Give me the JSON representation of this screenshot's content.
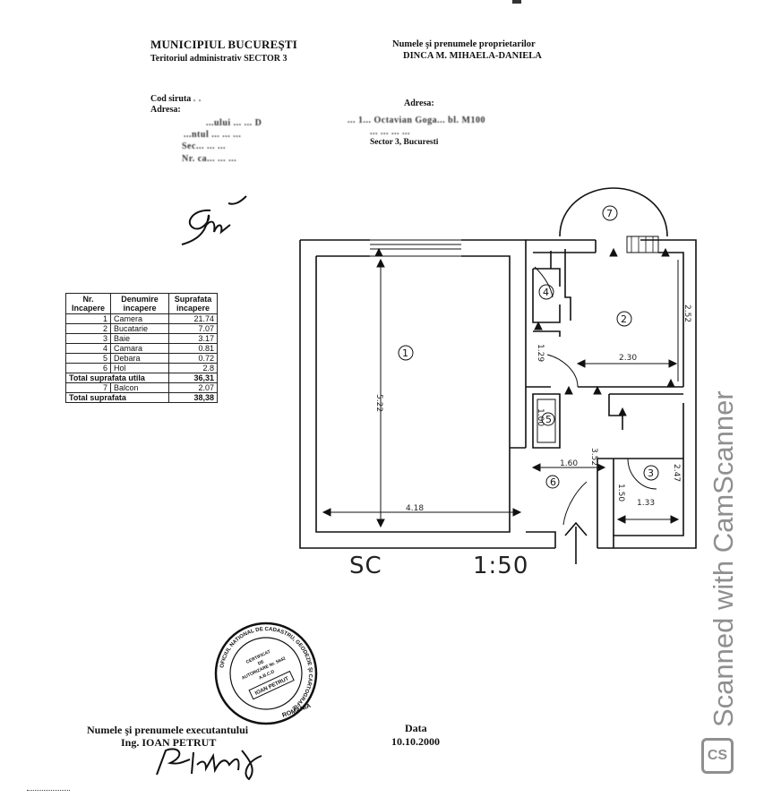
{
  "header": {
    "municipality": "MUNICIPIUL BUCUREŞTI",
    "sector": "Teritoriul administrativ SECTOR 3",
    "owners_label": "Numele şi prenumele proprietarilor",
    "owners_name": "DINCA M. MIHAELA-DANIELA"
  },
  "left_info": {
    "cod_label": "Cod siruta",
    "cod_value": ". .",
    "adresa_label": "Adresa:",
    "blurred_line_1": "...ului  ...  ...  D",
    "blurred_line_2": "...ntul  ... ...  ...",
    "blurred_line_3": "Sec... ...  ...",
    "blurred_line_4": "Nr. ca...  ...  ..."
  },
  "right_info": {
    "adresa_label": "Adresa:",
    "line_1": "... 1... Octavian Goga... bl. M100",
    "line_2": "... ... ... ...",
    "line_3": "Sector 3, Bucuresti"
  },
  "rooms_table": {
    "headers": [
      "Nr. Incapere",
      "Denumire incapere",
      "Suprafata incapere"
    ],
    "rows": [
      {
        "nr": "1",
        "name": "Camera",
        "area": "21.74"
      },
      {
        "nr": "2",
        "name": "Bucatarie",
        "area": "7.07"
      },
      {
        "nr": "3",
        "name": "Baie",
        "area": "3.17"
      },
      {
        "nr": "4",
        "name": "Camara",
        "area": "0.81"
      },
      {
        "nr": "5",
        "name": "Debara",
        "area": "0.72"
      },
      {
        "nr": "6",
        "name": "Hol",
        "area": "2.8"
      }
    ],
    "total_useful_label": "Total suprafata utila",
    "total_useful_value": "36,31",
    "balcony": {
      "nr": "7",
      "name": "Balcon",
      "area": "2.07"
    },
    "total_label": "Total suprafata",
    "total_value": "38,38"
  },
  "plan": {
    "scale_prefix": "SC",
    "scale_value": "1:50",
    "dims": {
      "room1_height": "5.22",
      "room1_width": "4.18",
      "kitchen_width": "2.30",
      "kitchen_height": "2.52",
      "hall_width": "1.60",
      "hall_height": "3.52",
      "bath_width": "1.33",
      "bath_height": "2.47",
      "pantry_dim": "1.00",
      "store_dim": "1.50",
      "corr_dim": "1.29"
    },
    "room_numbers": [
      "1",
      "2",
      "3",
      "4",
      "5",
      "6",
      "7"
    ]
  },
  "footer": {
    "executor_label": "Numele şi prenumele executantului",
    "executor_name": "Ing. IOAN PETRUT",
    "date_label": "Data",
    "date_value": "10.10.2000"
  },
  "stamp": {
    "outer_text": "OFICIUL NATIONAL DE CADASTRU, GEODEZIE ŞI CARTOGRAFIE",
    "country": "ROMANIA",
    "line1": "CERTIFICAT",
    "line2": "DE",
    "line3": "AUTORIZARE Nr. 5642",
    "line4": "A.B.C.D",
    "name": "IOAN PETRUT"
  },
  "watermark": {
    "text": "Scanned with CamScanner",
    "logo": "CS"
  },
  "colors": {
    "ink": "#111111",
    "watermark": "#8f8f8f",
    "background": "#ffffff"
  }
}
